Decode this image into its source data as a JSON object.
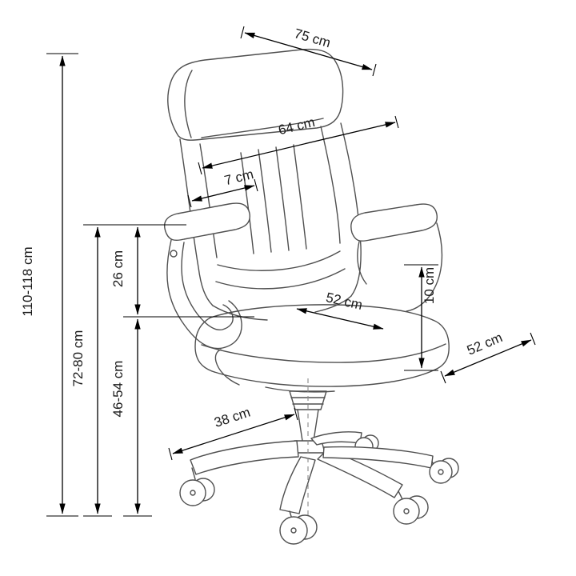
{
  "diagram": {
    "subject": "office-chair-dimensions",
    "unit": "cm",
    "labels": {
      "backrest_top_depth": "75 cm",
      "backrest_width": "64 cm",
      "armrest_setback": "7 cm",
      "total_height": "110-118 cm",
      "armrest_floor_height": "72-80 cm",
      "armrest_above_seat": "26 cm",
      "seat_floor_height": "46-54 cm",
      "seat_width": "52 cm",
      "cushion_thickness": "10 cm",
      "seat_depth": "52 cm",
      "base_arm_length": "38 cm"
    },
    "colors": {
      "dimension_line": "#000000",
      "chair_line": "#4f4f4f",
      "text": "#1a1a1a",
      "background": "#ffffff"
    }
  }
}
